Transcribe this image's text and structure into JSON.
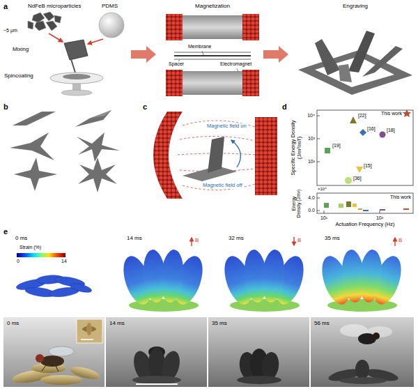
{
  "diagram": {
    "labels": [
      "a",
      "NdFeB microparticles",
      "PDMS",
      "~5 μm",
      "Mixing",
      "Spincoating",
      "Magnetization",
      "Membrane",
      "Spacer",
      "Electromagnet",
      "Engraving",
      "b",
      "c",
      "Magnetic field on",
      "Magnetic field off",
      "d",
      "This work",
      "[22]",
      "[16]",
      "[18]",
      "[19]",
      "[15]",
      "[36]",
      "Specific Energy Density (J/m³/mT)",
      "10⁴",
      "10³",
      "10²",
      "Energy Density (J/m³)",
      "×10⁴",
      "4.0",
      "0.0",
      "This work",
      "10¹",
      "10²",
      "Actuation Frequency (Hz)",
      "e",
      "0 ms",
      "14 ms",
      "32 ms",
      "35 ms",
      "Strain (%)",
      "0",
      "14",
      "B",
      "B",
      "B",
      "0 ms",
      "14 ms",
      "35 ms",
      "56 ms"
    ]
  }
}
